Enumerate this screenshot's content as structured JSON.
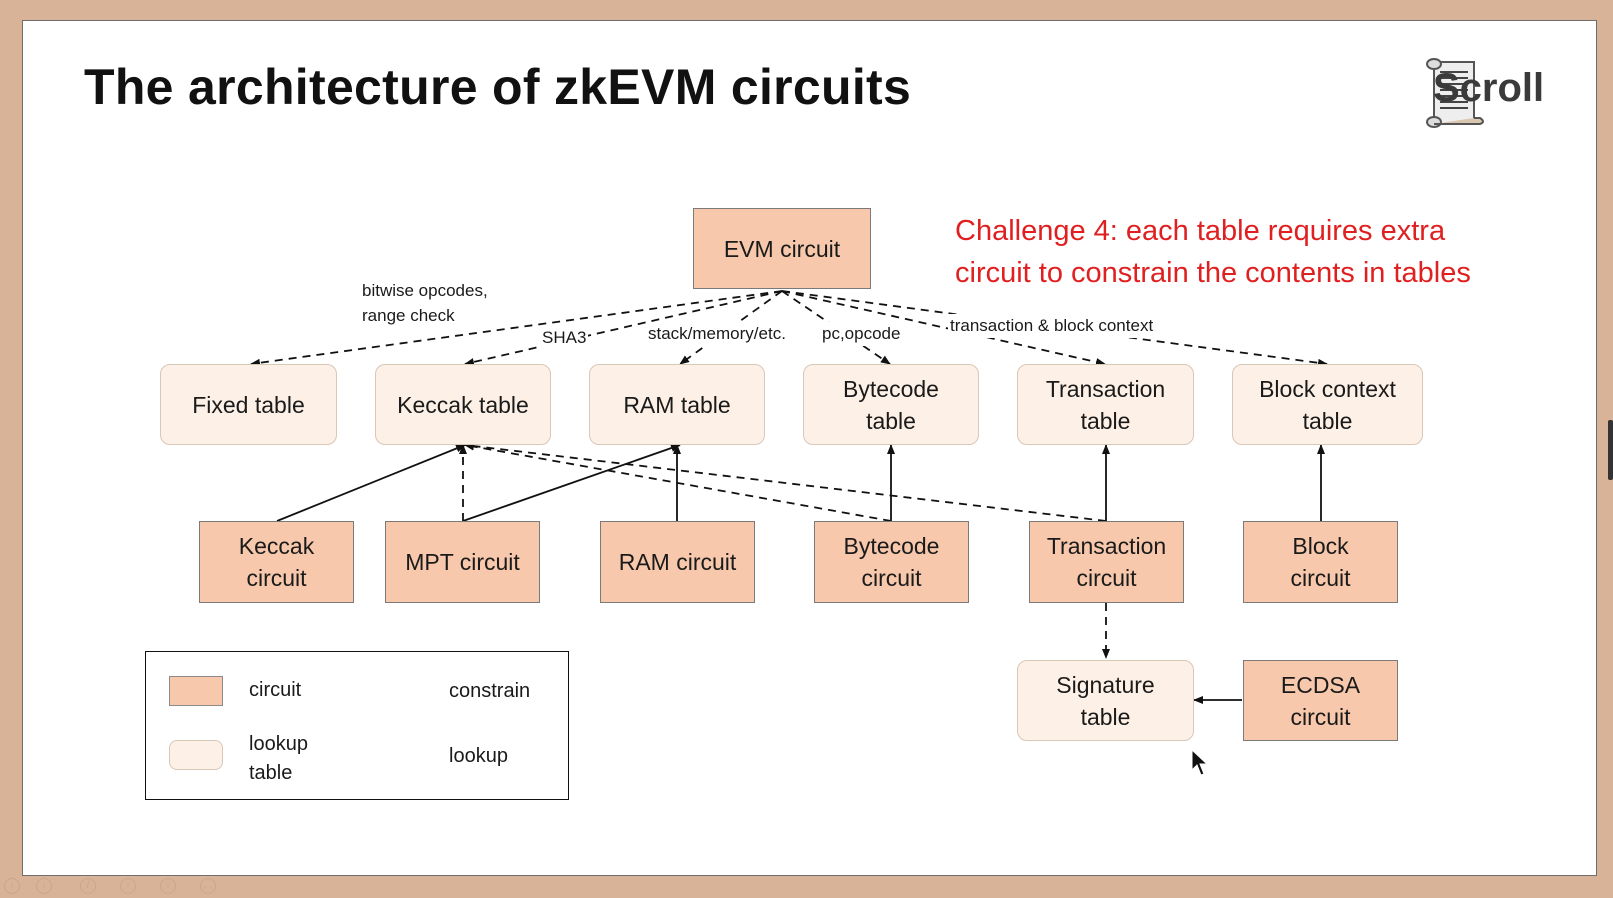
{
  "slide": {
    "title": "The architecture of zkEVM circuits",
    "logo_text": "Scroll",
    "challenge_line1": "Challenge 4: each table requires extra",
    "challenge_line2": "circuit to constrain the contents in tables"
  },
  "nodes": {
    "evm": "EVM circuit",
    "fixed_table": "Fixed table",
    "keccak_table": "Keccak table",
    "ram_table": "RAM table",
    "bytecode_table": "Bytecode table",
    "transaction_table": "Transaction table",
    "block_table": "Block context table",
    "keccak_circuit": "Keccak circuit",
    "mpt_circuit": "MPT circuit",
    "ram_circuit": "RAM circuit",
    "bytecode_circuit": "Bytecode circuit",
    "transaction_circuit": "Transaction circuit",
    "block_circuit": "Block circuit",
    "signature_table": "Signature table",
    "ecdsa_circuit": "ECDSA circuit"
  },
  "edge_labels": {
    "bitwise_1": "bitwise opcodes,",
    "bitwise_2": "range check",
    "sha3": "SHA3",
    "stack": "stack/memory/etc.",
    "pc": "pc,opcode",
    "tx_block": "transaction & block context"
  },
  "legend": {
    "circuit": "circuit",
    "lookup_table_1": "lookup",
    "lookup_table_2": "table",
    "constrain": "constrain",
    "lookup": "lookup"
  },
  "colors": {
    "circuit_fill": "#f7c8ab",
    "table_fill": "#fdf0e6",
    "challenge_text": "#e02020",
    "frame": "#d9b398"
  }
}
